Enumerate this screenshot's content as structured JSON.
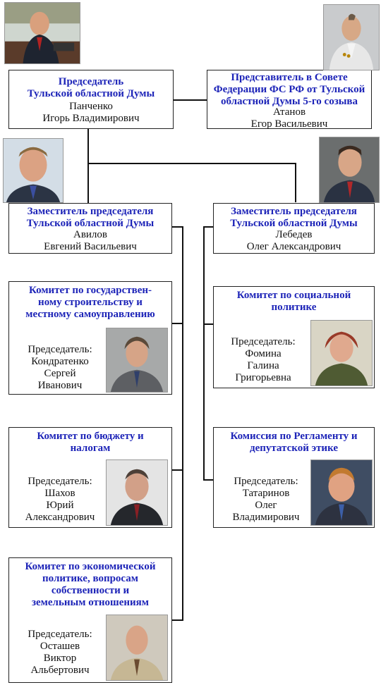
{
  "chairman": {
    "title": [
      "Председатель",
      "Тульской областной Думы"
    ],
    "name": [
      "Панченко",
      "Игорь Владимирович"
    ]
  },
  "federation_rep": {
    "title": [
      "Представитель в Совете",
      "Федерации ФС РФ от Тульской",
      "областной Думы 5-го созыва"
    ],
    "name": [
      "Атанов",
      "Егор Васильевич"
    ]
  },
  "deputy_left": {
    "title": [
      "Заместитель председателя",
      "Тульской областной Думы"
    ],
    "name": [
      "Авилов",
      "Евгений Васильевич"
    ]
  },
  "deputy_right": {
    "title": [
      "Заместитель председателя",
      "Тульской областной Думы"
    ],
    "name": [
      "Лебедев",
      "Олег Александрович"
    ]
  },
  "committees": [
    {
      "title": [
        "Комитет по государствен-",
        "ному строительству и",
        "местному самоуправлению"
      ],
      "role": "Председатель:",
      "name": [
        "Кондратенко",
        "Сергей",
        "Иванович"
      ]
    },
    {
      "title": [
        "Комитет по социальной",
        "политике"
      ],
      "role": "Председатель:",
      "name": [
        "Фомина",
        "Галина",
        "Григорьевна"
      ]
    },
    {
      "title": [
        "Комитет по бюджету и",
        "налогам"
      ],
      "role": "Председатель:",
      "name": [
        "Шахов",
        "Юрий",
        "Александрович"
      ]
    },
    {
      "title": [
        "Комиссия по Регламенту и",
        "депутатской этике"
      ],
      "role": "Председатель:",
      "name": [
        "Татаринов",
        "Олег",
        "Владимирович"
      ]
    },
    {
      "title": [
        "Комитет по экономической",
        "политике, вопросам",
        "собственности и",
        "земельным отношениям"
      ],
      "role": "Председатель:",
      "name": [
        "Осташев",
        "Виктор",
        "Альбертович"
      ]
    }
  ],
  "colors": {
    "title": "#1d24b8",
    "text": "#111111",
    "line": "#111111"
  }
}
